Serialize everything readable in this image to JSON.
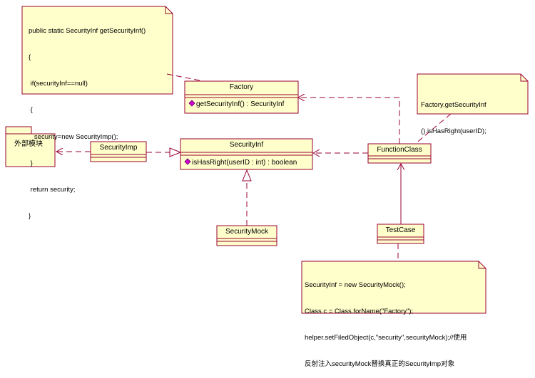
{
  "notes": {
    "factory_code": [
      "public static SecurityInf getSecurityInf()",
      "{",
      " if(securityInf==null)",
      " {",
      "   security=new SecurityImp();",
      " }",
      " return security;",
      "}"
    ],
    "function_call": [
      "Factory.getSecurityInf",
      "().isHasRight(userID);"
    ],
    "testcase_code": [
      "SecurityInf = new SecurityMock();",
      "Class c = Class.forName(\"Factory\");",
      "helper.setFiledObject(c,\"security\",securityMock);//使用",
      "反射注入securityMock替换真正的SecurityImp对象"
    ]
  },
  "classes": {
    "factory": {
      "name": "Factory",
      "operation": "getSecurityInf() : SecurityInf"
    },
    "security_inf": {
      "name": "SecurityInf",
      "operation": "isHasRight(userID : int) : boolean"
    },
    "security_imp": {
      "name": "SecurityImp"
    },
    "security_mock": {
      "name": "SecurityMock"
    },
    "function_class": {
      "name": "FunctionClass"
    },
    "test_case": {
      "name": "TestCase"
    }
  },
  "package": {
    "name": "外部模块"
  },
  "colors": {
    "class_fill": "#ffffcc",
    "class_border": "#990033",
    "note_fill": "#ffffcc",
    "line": "#990033",
    "operation_icon": "#cc00cc"
  }
}
